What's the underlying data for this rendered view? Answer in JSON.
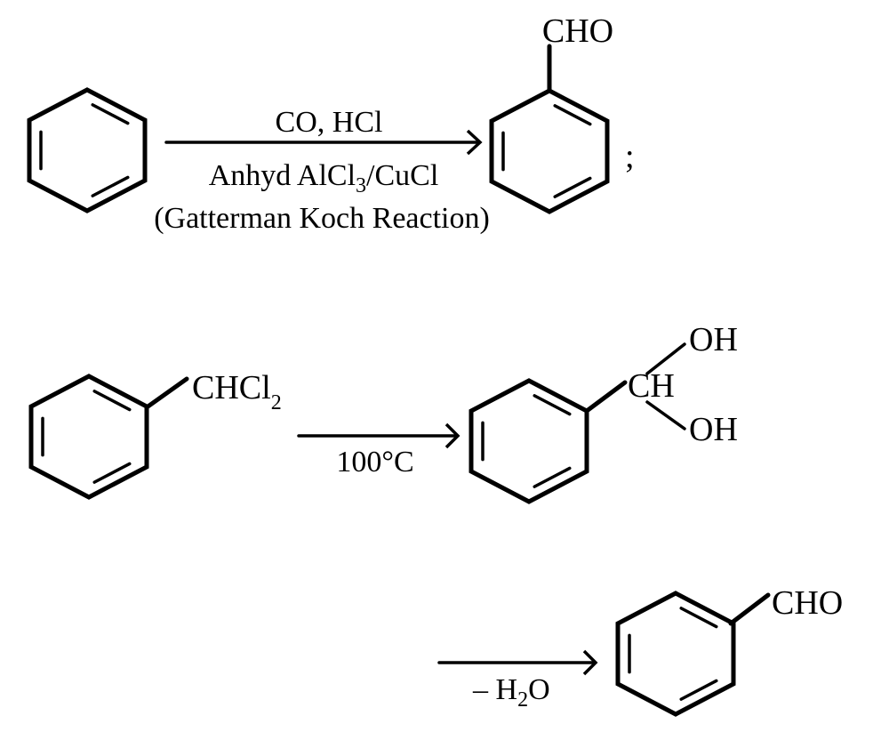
{
  "reaction1": {
    "reagent_top": "CO, HCl",
    "reagent_bottom_pre": "Anhyd AlCl",
    "reagent_bottom_sub": "3",
    "reagent_bottom_post": "/CuCl",
    "name": "(Gatterman Koch Reaction)",
    "product_group": "CHO",
    "separator": ";"
  },
  "reaction2": {
    "reactant_group_pre": "CHCl",
    "reactant_group_sub": "2",
    "condition": "100°C",
    "intermediate_center": "CH",
    "intermediate_oh_top": "OH",
    "intermediate_oh_bottom": "OH"
  },
  "reaction3": {
    "condition_pre": "– H",
    "condition_sub": "2",
    "condition_post": "O",
    "product_group": "CHO"
  }
}
